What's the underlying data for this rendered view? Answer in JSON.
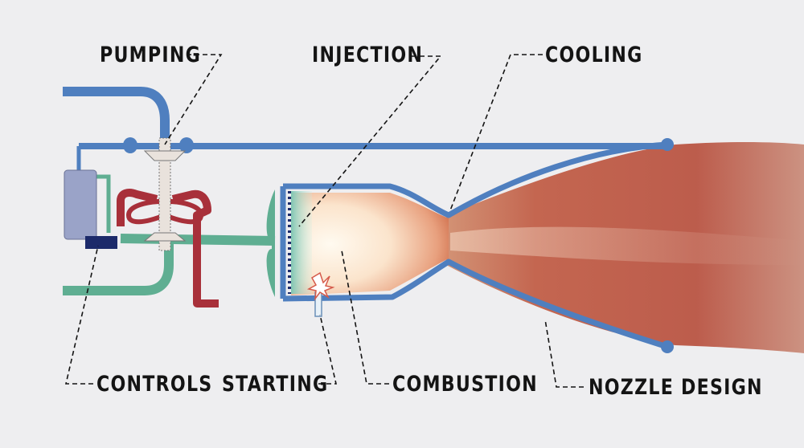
{
  "labels": {
    "pumping": "PUMPING",
    "injection": "INJECTION",
    "cooling": "COOLING",
    "controls": "CONTROLS",
    "starting": "STARTING",
    "combustion": "COMBUSTION",
    "nozzle_design": "NOZZLE DESIGN"
  },
  "colors": {
    "background": "#eeeef0",
    "fuel_line": "#4f7fbf",
    "oxidizer_line": "#5fae92",
    "turbine_line": "#a8303a",
    "control_box": "#9aa3c8",
    "control_valve": "#1c2a6a",
    "exhaust_plume": "#b8503e",
    "flame_core": "#fff6e0"
  }
}
